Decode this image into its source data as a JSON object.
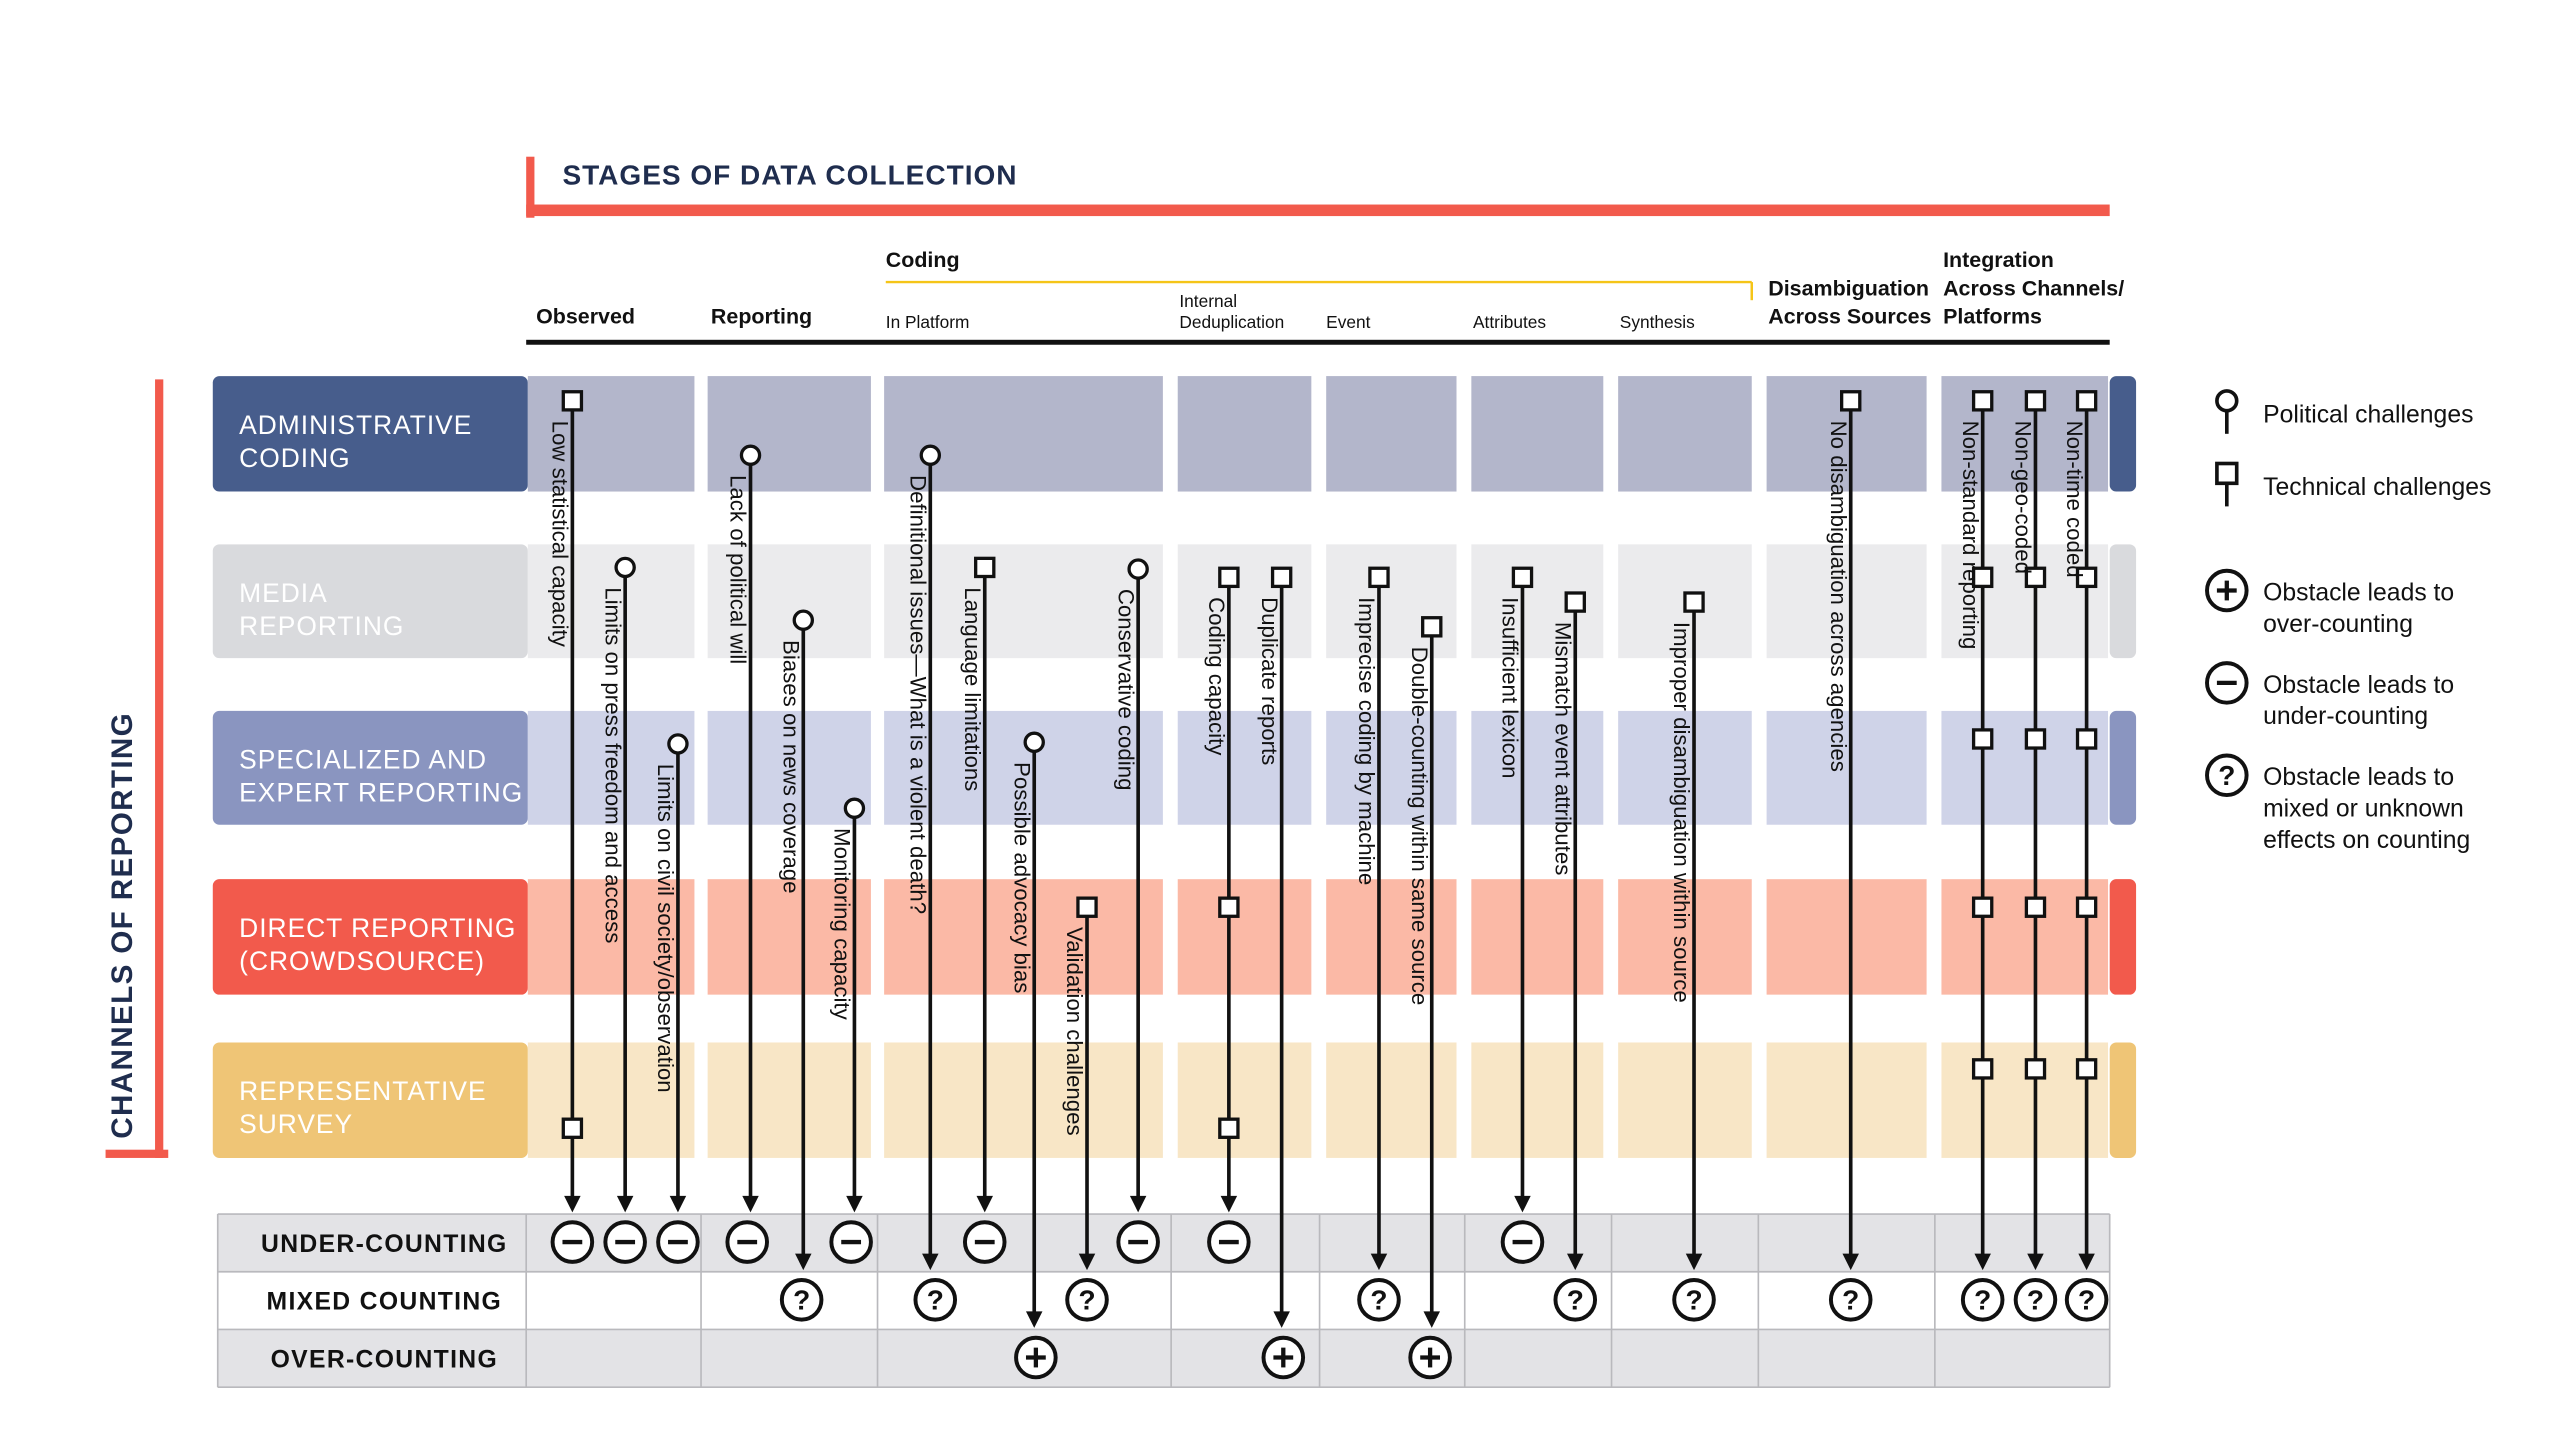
{
  "title": "STAGES OF DATA COLLECTION",
  "side_title": "CHANNELS OF REPORTING",
  "stages": [
    {
      "label": "Observed"
    },
    {
      "label": "Reporting"
    },
    {
      "label": "In Platform"
    },
    {
      "label": "Internal",
      "label2": "Deduplication"
    },
    {
      "label": "Event"
    },
    {
      "label": "Attributes"
    },
    {
      "label": "Synthesis"
    },
    {
      "label": "Disambiguation",
      "label2": "Across Sources"
    },
    {
      "label": "Integration",
      "label2": "Across Channels/",
      "label3": "Platforms"
    }
  ],
  "coding_group_label": "Coding",
  "channels": [
    {
      "label": "ADMINISTRATIVE",
      "label2": "CODING",
      "color": "#475d8c",
      "band": "#b3b6cb"
    },
    {
      "label": "MEDIA",
      "label2": "REPORTING",
      "color": "#d9dadd",
      "band": "#ebebed"
    },
    {
      "label": "SPECIALIZED AND",
      "label2": "EXPERT REPORTING",
      "color": "#8a95c0",
      "band": "#cfd3e8"
    },
    {
      "label": "DIRECT REPORTING",
      "label2": "(CROWDSOURCE)",
      "color": "#f25a4c",
      "band": "#fbb9a6"
    },
    {
      "label": "REPRESENTATIVE",
      "label2": "SURVEY",
      "color": "#efc576",
      "band": "#f8e6c6"
    }
  ],
  "outcomes": [
    {
      "label": "UNDER-COUNTING"
    },
    {
      "label": "MIXED COUNTING"
    },
    {
      "label": "OVER-COUNTING"
    }
  ],
  "challenges": [
    {
      "label": "Low statistical capacity",
      "type": "technical",
      "effect": "under"
    },
    {
      "label": "Limits on press freedom and access",
      "type": "political",
      "effect": "under"
    },
    {
      "label": "Limits on civil society/observation",
      "type": "political",
      "effect": "under"
    },
    {
      "label": "Lack of political will",
      "type": "political",
      "effect": "under"
    },
    {
      "label": "Biases on news coverage",
      "type": "political",
      "effect": "mixed"
    },
    {
      "label": "Monitoring capacity",
      "type": "political",
      "effect": "under"
    },
    {
      "label": "Definitional issues—What is a violent death?",
      "type": "political",
      "effect": "mixed"
    },
    {
      "label": "Language limitations",
      "type": "technical",
      "effect": "under"
    },
    {
      "label": "Possible advocacy bias",
      "type": "political",
      "effect": "over"
    },
    {
      "label": "Validation challenges",
      "type": "technical",
      "effect": "mixed"
    },
    {
      "label": "Conservative coding",
      "type": "political",
      "effect": "under"
    },
    {
      "label": "Coding capacity",
      "type": "technical",
      "effect": "under"
    },
    {
      "label": "Duplicate reports",
      "type": "technical",
      "effect": "over"
    },
    {
      "label": "Imprecise coding by machine",
      "type": "technical",
      "effect": "mixed"
    },
    {
      "label": "Double-counting within same source",
      "type": "technical",
      "effect": "over"
    },
    {
      "label": "Insufficient lexicon",
      "type": "technical",
      "effect": "under"
    },
    {
      "label": "Mismatch event attributes",
      "type": "technical",
      "effect": "mixed"
    },
    {
      "label": "Improper disambiguation within source",
      "type": "technical",
      "effect": "mixed"
    },
    {
      "label": "No disambiguation across agencies",
      "type": "technical",
      "effect": "mixed"
    },
    {
      "label": "Non-standard reporting",
      "type": "technical",
      "effect": "mixed"
    },
    {
      "label": "Non-geo-coded",
      "type": "technical",
      "effect": "mixed"
    },
    {
      "label": "Non-time coded",
      "type": "technical",
      "effect": "mixed"
    }
  ],
  "legend": {
    "political": "Political challenges",
    "technical": "Technical challenges",
    "over": [
      "Obstacle leads to",
      "over-counting"
    ],
    "under": [
      "Obstacle leads to",
      "under-counting"
    ],
    "mixed": [
      "Obstacle leads to",
      "mixed or unknown",
      "effects on counting"
    ]
  },
  "colors": {
    "navy": "#1f2d4e",
    "red": "#f25a4c",
    "gold": "#f5c518",
    "outcome_gray": "#e3e3e6"
  }
}
